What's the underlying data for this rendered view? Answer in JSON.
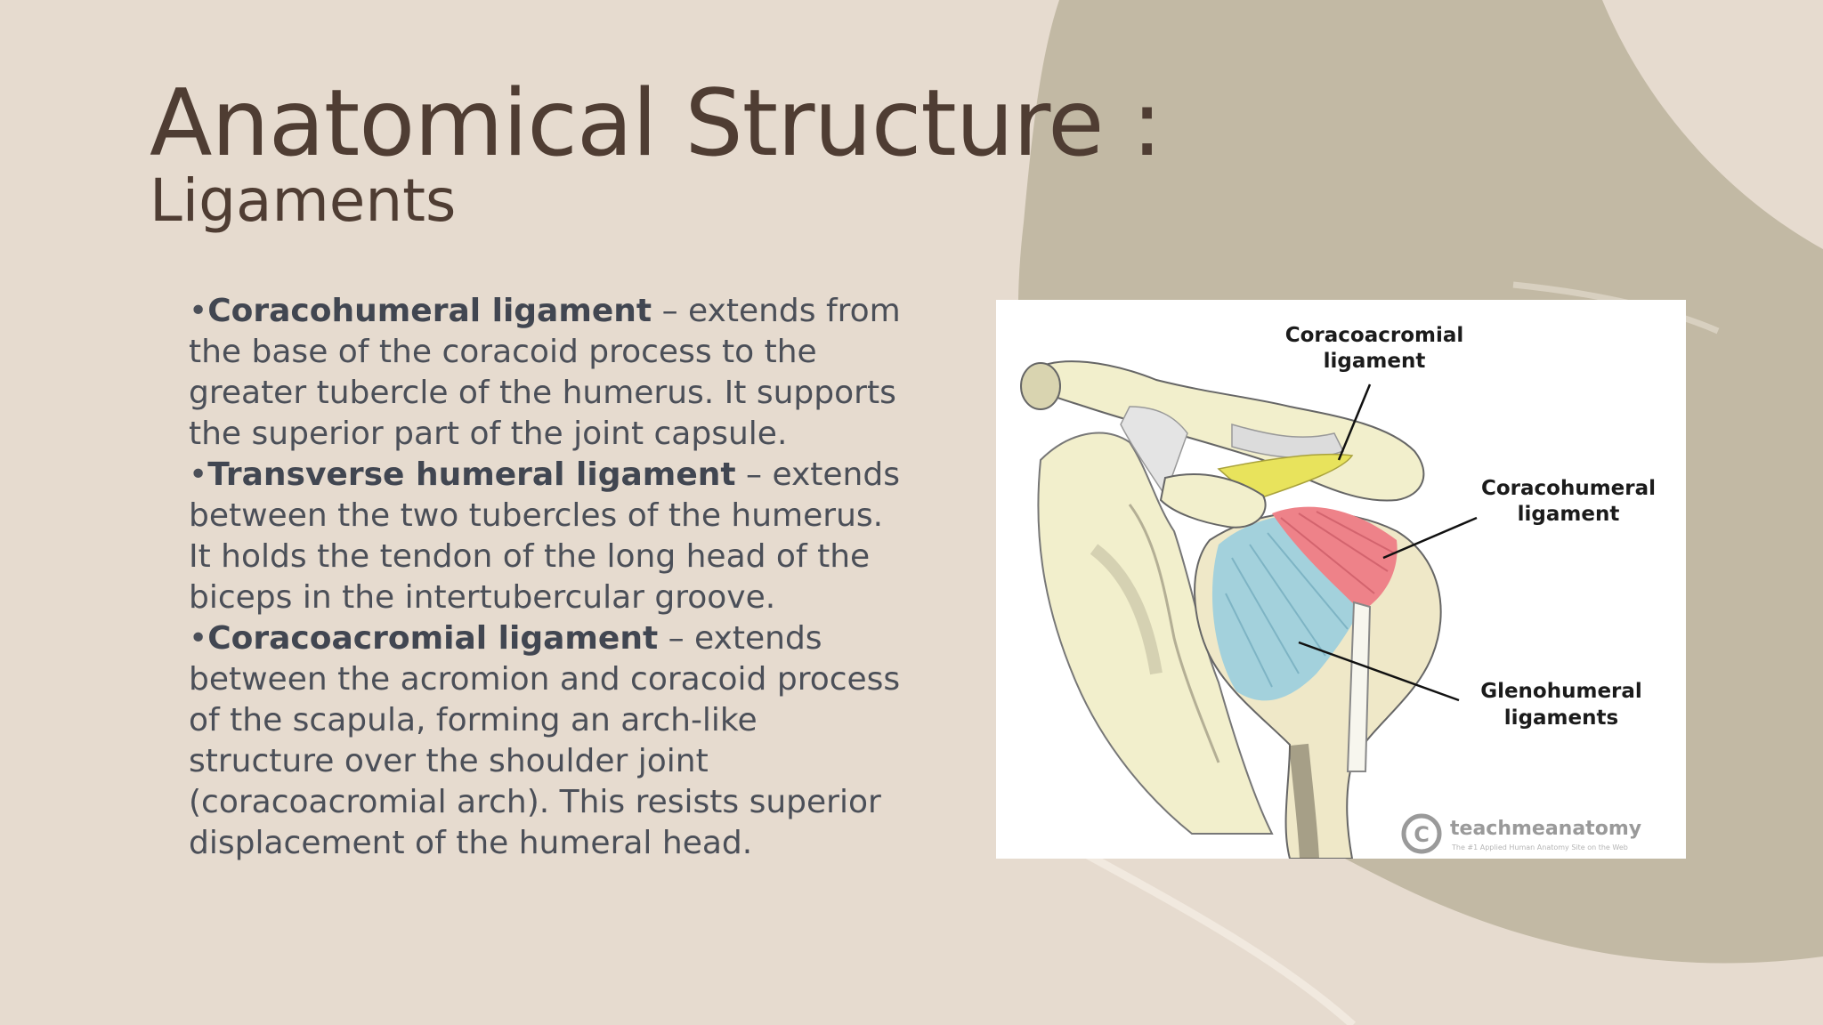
{
  "slide": {
    "title": "Anatomical Structure :",
    "subtitle": "Ligaments"
  },
  "bullets": [
    {
      "marker": "•",
      "term": "Coracohumeral ligament",
      "description": " – extends from the base of the coracoid process to the greater tubercle of the humerus. It supports the superior part of the joint capsule."
    },
    {
      "marker": "•",
      "term": "Transverse humeral ligament",
      "description": " – extends between the two tubercles of the humerus. It holds the tendon of the long head of the biceps in the intertubercular groove."
    },
    {
      "marker": "•",
      "term": "Coracoacromial ligament",
      "description": " – extends between the acromion and coracoid process of the scapula, forming an arch-like structure over the shoulder joint (coracoacromial arch). This resists superior displacement of the humeral head."
    }
  ],
  "figure": {
    "labels": {
      "coracoacromial_1": "Coracoacromial",
      "coracoacromial_2": "ligament",
      "coracohumeral_1": "Coracohumeral",
      "coracohumeral_2": "ligament",
      "glenohumeral_1": "Glenohumeral",
      "glenohumeral_2": "ligaments"
    },
    "watermark": "teachmeanatomy",
    "watermark_tagline": "The #1 Applied Human Anatomy Site on the Web"
  },
  "colors": {
    "background": "#e6dbcf",
    "shape": "#c2b9a4",
    "title": "#4f3d33",
    "body_text": "#4b4f58"
  }
}
